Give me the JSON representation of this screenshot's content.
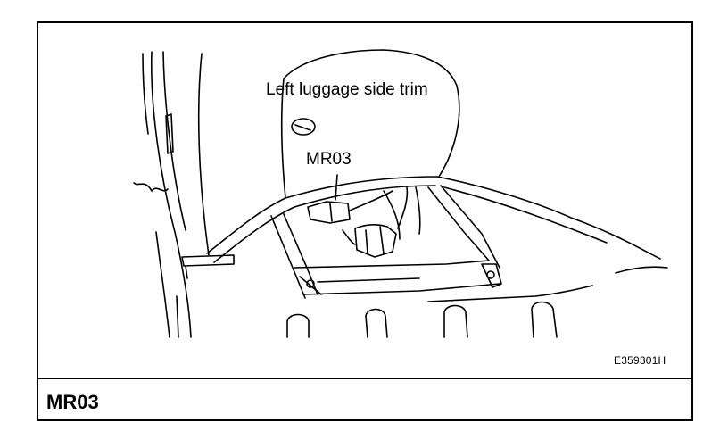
{
  "labels": {
    "trim": "Left luggage side trim",
    "connector": "MR03"
  },
  "figure_code": "E359301H",
  "caption": "MR03"
}
